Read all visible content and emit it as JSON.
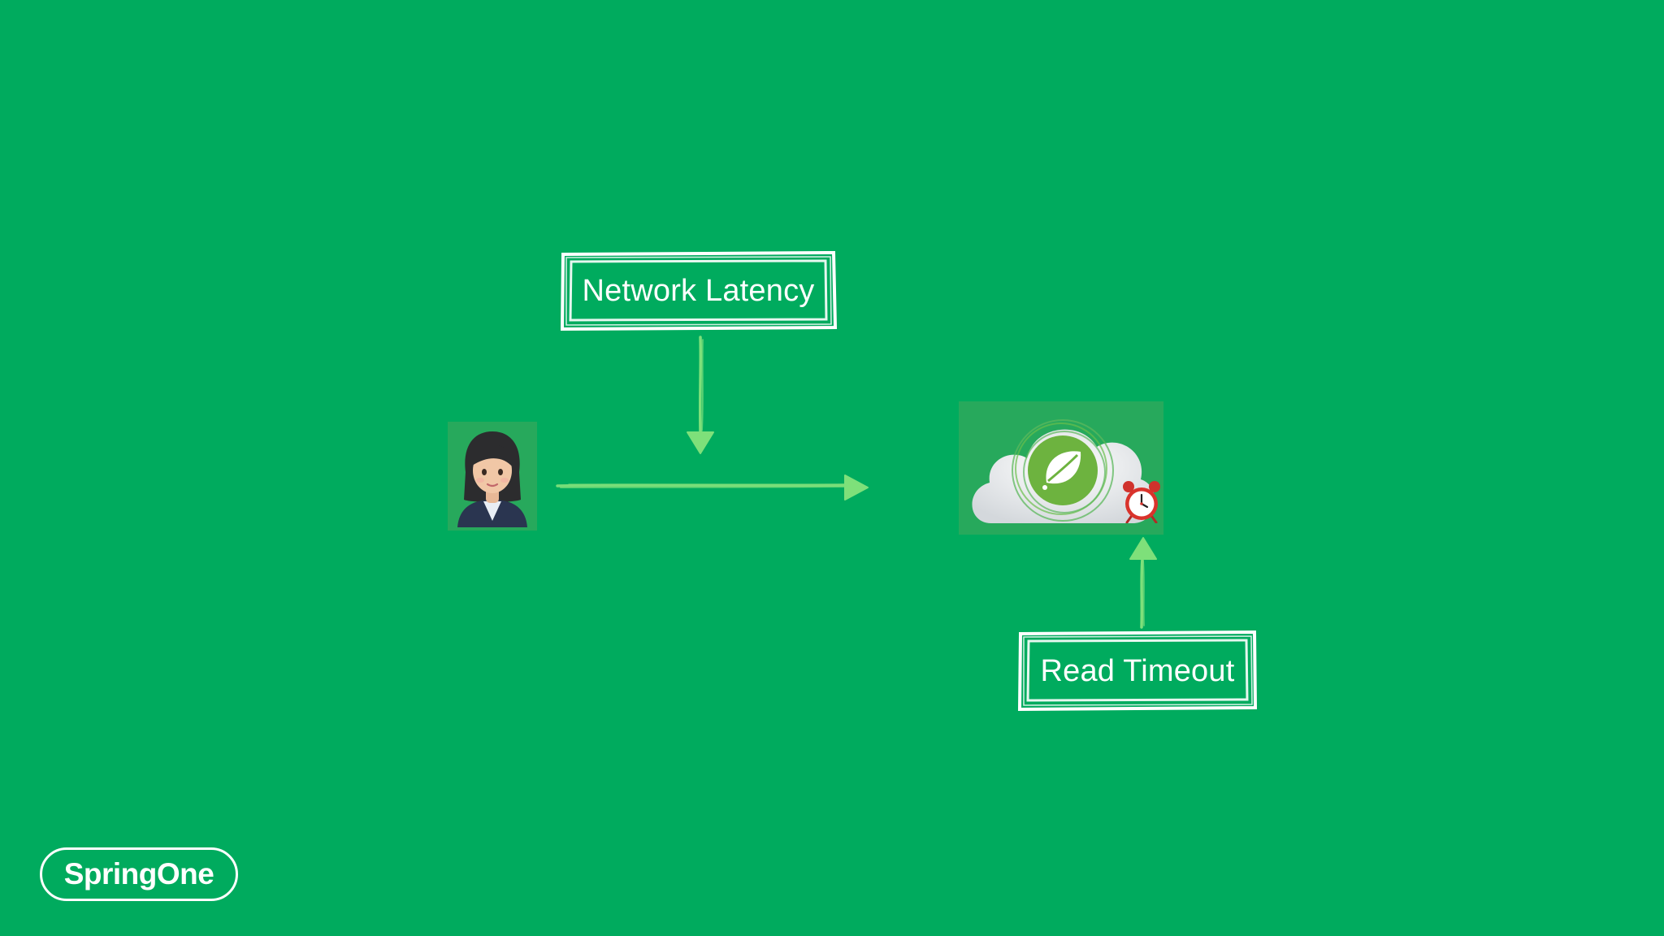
{
  "slide": {
    "background_color": "#00AB5E",
    "labels": {
      "network_latency": "Network Latency",
      "read_timeout": "Read Timeout"
    },
    "nodes": {
      "client_icon": "woman-office-worker-icon",
      "server_icon": "spring-cloud-icon",
      "timer_icon": "alarm-clock-icon"
    },
    "arrow_color": "#7EE07A",
    "brand": "SpringOne"
  }
}
